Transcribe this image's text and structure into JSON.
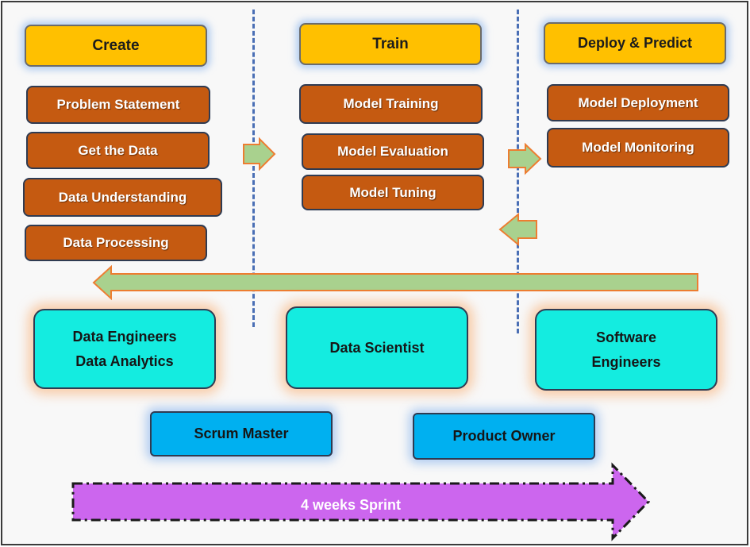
{
  "phases": {
    "create": "Create",
    "train": "Train",
    "deploy": "Deploy & Predict"
  },
  "create_steps": [
    "Problem Statement",
    "Get the Data",
    "Data Understanding",
    "Data Processing"
  ],
  "train_steps": [
    "Model Training",
    "Model Evaluation",
    "Model Tuning"
  ],
  "deploy_steps": [
    "Model Deployment",
    "Model Monitoring"
  ],
  "roles": {
    "data_engineers": [
      "Data Engineers",
      "Data Analytics"
    ],
    "data_scientist": "Data Scientist",
    "software_engineers": [
      "Software",
      "Engineers"
    ]
  },
  "management": {
    "scrum_master": "Scrum Master",
    "product_owner": "Product Owner"
  },
  "sprint": {
    "label": "4 weeks Sprint"
  },
  "colors": {
    "phase_fill": "#ffc000",
    "step_fill": "#c55a11",
    "role_fill": "#14ece0",
    "management_fill": "#00b0f0",
    "flow_arrow_fill": "#a9d18e",
    "flow_arrow_border": "#ed7d31",
    "sprint_arrow_fill": "#cc66ee",
    "divider": "#4a6fb5"
  }
}
